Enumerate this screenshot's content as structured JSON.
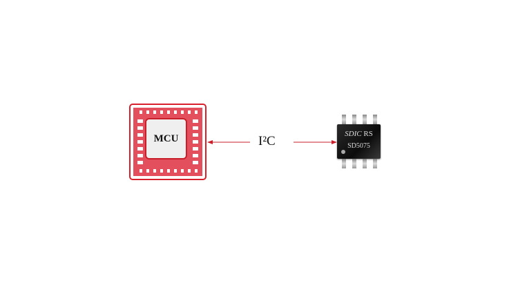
{
  "mcu": {
    "label": "MCU"
  },
  "bus": {
    "label": "I²C"
  },
  "sensor": {
    "brand_italic": "SDIC",
    "brand_suffix": "RS",
    "part": "SD5075"
  },
  "colors": {
    "accent": "#d8202c",
    "mcu_fill": "#e34f5c",
    "chip": "#111111"
  }
}
